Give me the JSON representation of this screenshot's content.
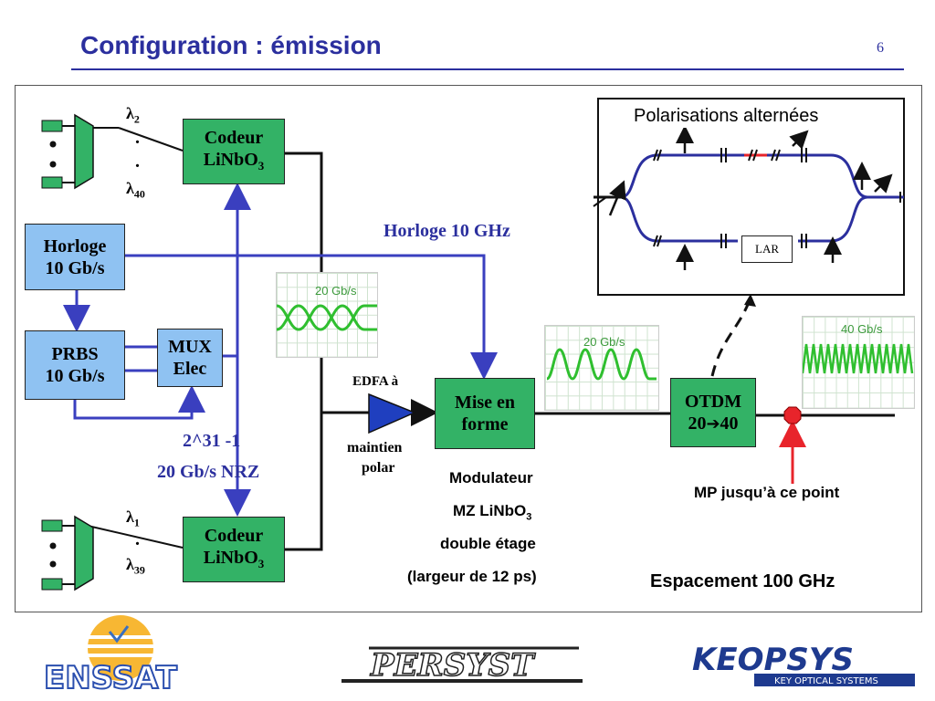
{
  "slide": {
    "title": "Configuration : émission",
    "page_number": "6"
  },
  "blocks": {
    "codeur_top": [
      "Codeur",
      "LiNbO",
      "3"
    ],
    "codeur_bottom": [
      "Codeur",
      "LiNbO",
      "3"
    ],
    "horloge": [
      "Horloge",
      "10 Gb/s"
    ],
    "prbs": [
      "PRBS",
      "10 Gb/s"
    ],
    "mux": [
      "MUX",
      "Elec"
    ],
    "mise_en_forme": [
      "Mise en",
      "forme"
    ],
    "otdm": [
      "OTDM",
      "20",
      "40"
    ]
  },
  "labels": {
    "lambda_top_1": "2",
    "lambda_top_2": "40",
    "lambda_bottom_1": "1",
    "lambda_bottom_2": "39",
    "dot": ".",
    "horloge_10ghz": "Horloge 10 GHz",
    "edfa": "EDFA à",
    "maintien": "maintien",
    "polar": "polar",
    "prbs_param_1": "2^31   -1",
    "prbs_param_2": "20 Gb/s  NRZ",
    "modulateur_1": "Modulateur",
    "modulateur_2": "MZ LiNbO",
    "modulateur_2_sub": "3",
    "modulateur_3": "double étage",
    "modulateur_4": "(largeur de 12 ps)",
    "mp": "MP jusqu’à ce point",
    "espacement": "Espacement 100 GHz"
  },
  "eye_diagrams": [
    {
      "label": "20 Gb/s"
    },
    {
      "label": "20 Gb/s"
    },
    {
      "label": "40 Gb/s"
    }
  ],
  "polarisation": {
    "title": "Polarisations alternées",
    "lar": "LAR"
  },
  "logos": {
    "enssat": "ENSSAT",
    "perssyst": "PERSYST",
    "keopsys": "KEOPSYS",
    "keopsys_tagline": "KEY OPTICAL SYSTEMS"
  },
  "colors": {
    "title": "#2b2f9e",
    "block_green": "#33b266",
    "block_blue": "#8fc2f2",
    "edfa": "#1f3fbf",
    "connector_blue": "#3a3fbf",
    "eye_trace": "#2fbf2f",
    "mp_marker": "#e8242b"
  }
}
